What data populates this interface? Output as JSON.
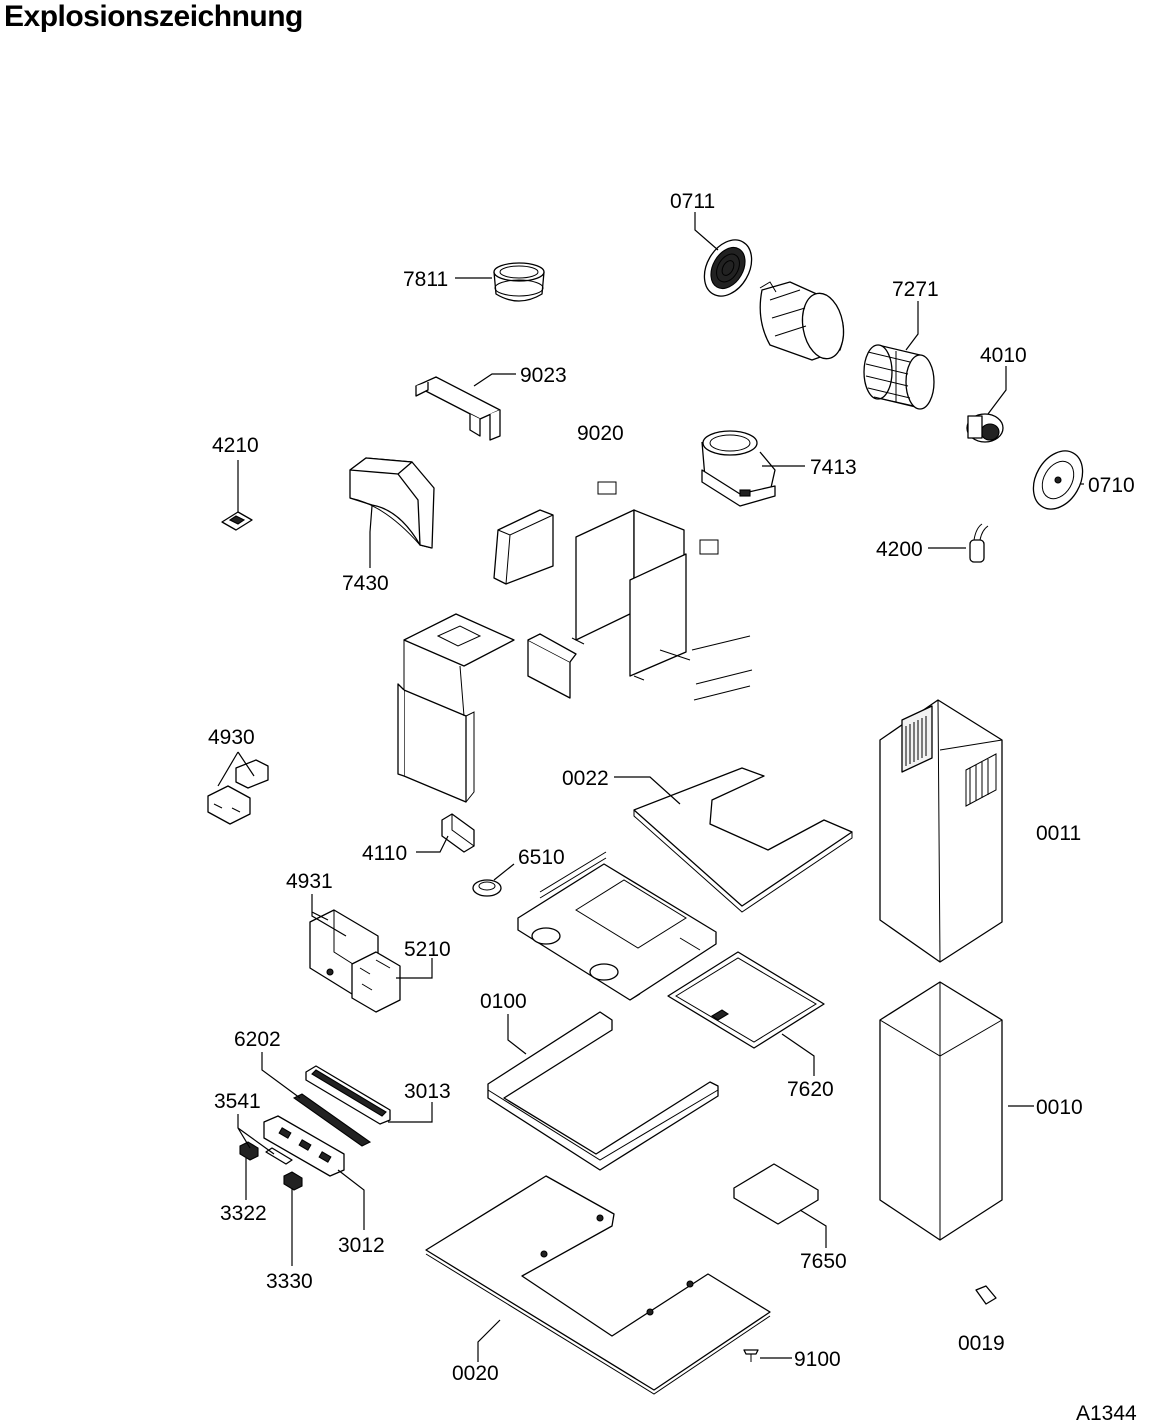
{
  "title": "Explosionszeichnung",
  "drawing_id": "A1344",
  "part_labels": {
    "p0711": "0711",
    "p7811": "7811",
    "p7271": "7271",
    "p9023": "9023",
    "p4010": "4010",
    "p9020": "9020",
    "p4210": "4210",
    "p7413": "7413",
    "p0710": "0710",
    "p4200": "4200",
    "p7430": "7430",
    "p4930": "4930",
    "p0022": "0022",
    "p0011": "0011",
    "p4110": "4110",
    "p6510": "6510",
    "p4931": "4931",
    "p5210": "5210",
    "p0100": "0100",
    "p6202": "6202",
    "p3013": "3013",
    "p7620": "7620",
    "p3541": "3541",
    "p0010": "0010",
    "p3322": "3322",
    "p3012": "3012",
    "p7650": "7650",
    "p3330": "3330",
    "p0019": "0019",
    "p9100": "9100",
    "p0020": "0020"
  }
}
